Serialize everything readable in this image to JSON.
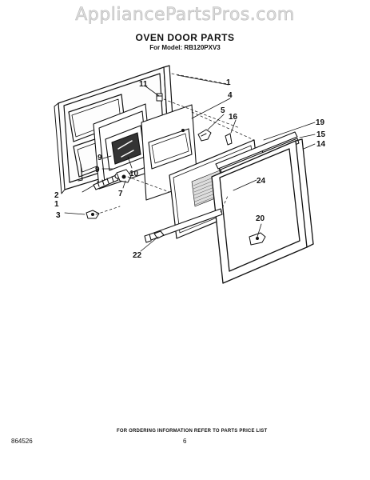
{
  "watermark": "AppliancePartsPros.com",
  "header": {
    "title": "OVEN DOOR PARTS",
    "model": "For Model: RB120PXV3"
  },
  "callouts": {
    "c1a": "1",
    "c1b": "1",
    "c2": "2",
    "c3": "3",
    "c4": "4",
    "c5": "5",
    "c7": "7",
    "c9": "9",
    "c10": "10",
    "c11": "11",
    "c14": "14",
    "c15": "15",
    "c16": "16",
    "c19": "19",
    "c20": "20",
    "c22": "22",
    "c24": "24"
  },
  "footer": {
    "ordering_info": "FOR ORDERING INFORMATION REFER TO PARTS PRICE LIST",
    "code": "864526",
    "page": "6"
  }
}
